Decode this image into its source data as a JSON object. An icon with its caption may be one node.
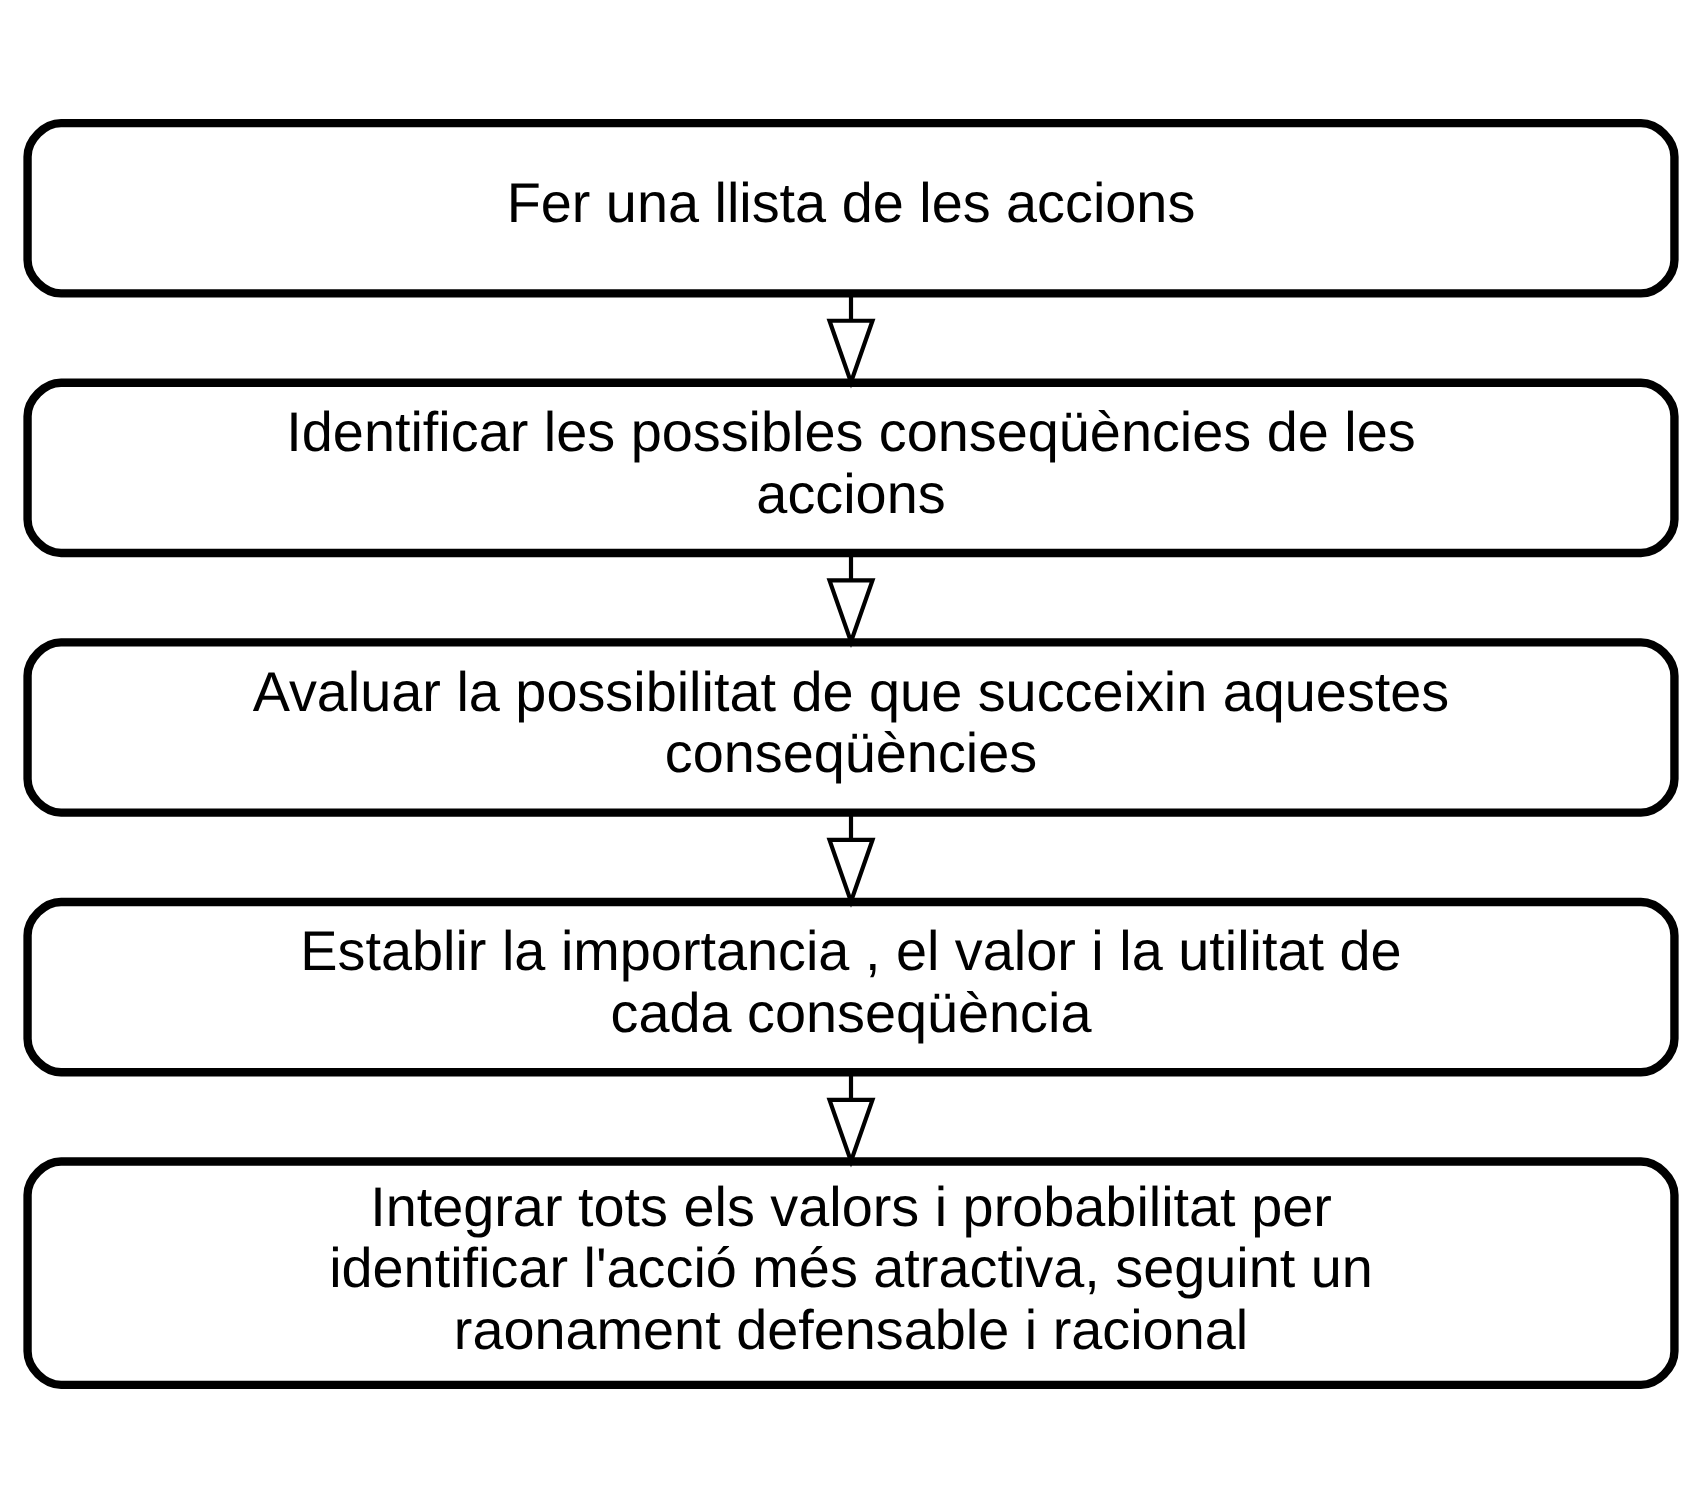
{
  "diagram": {
    "nodes": [
      {
        "text": [
          "Fer una llista de les accions"
        ]
      },
      {
        "text": [
          "Identificar les possibles conseqüències de les accions"
        ]
      },
      {
        "text": [
          "Avaluar la possibilitat de que succeixin aquestes conseqüències"
        ]
      },
      {
        "text": [
          "Establir la importancia , el valor i la utilitat de cada conseqüència"
        ]
      },
      {
        "text": [
          "Integrar tots els valors i probabilitat per identificar l'acció més atractiva, seguint un raonament defensable i racional"
        ]
      }
    ],
    "edges": [
      {
        "from": 0,
        "to": 1,
        "arrow": "to"
      },
      {
        "from": 1,
        "to": 2,
        "arrow": "to"
      },
      {
        "from": 2,
        "to": 3,
        "arrow": "to"
      },
      {
        "from": 3,
        "to": 4,
        "arrow": "to"
      }
    ]
  }
}
